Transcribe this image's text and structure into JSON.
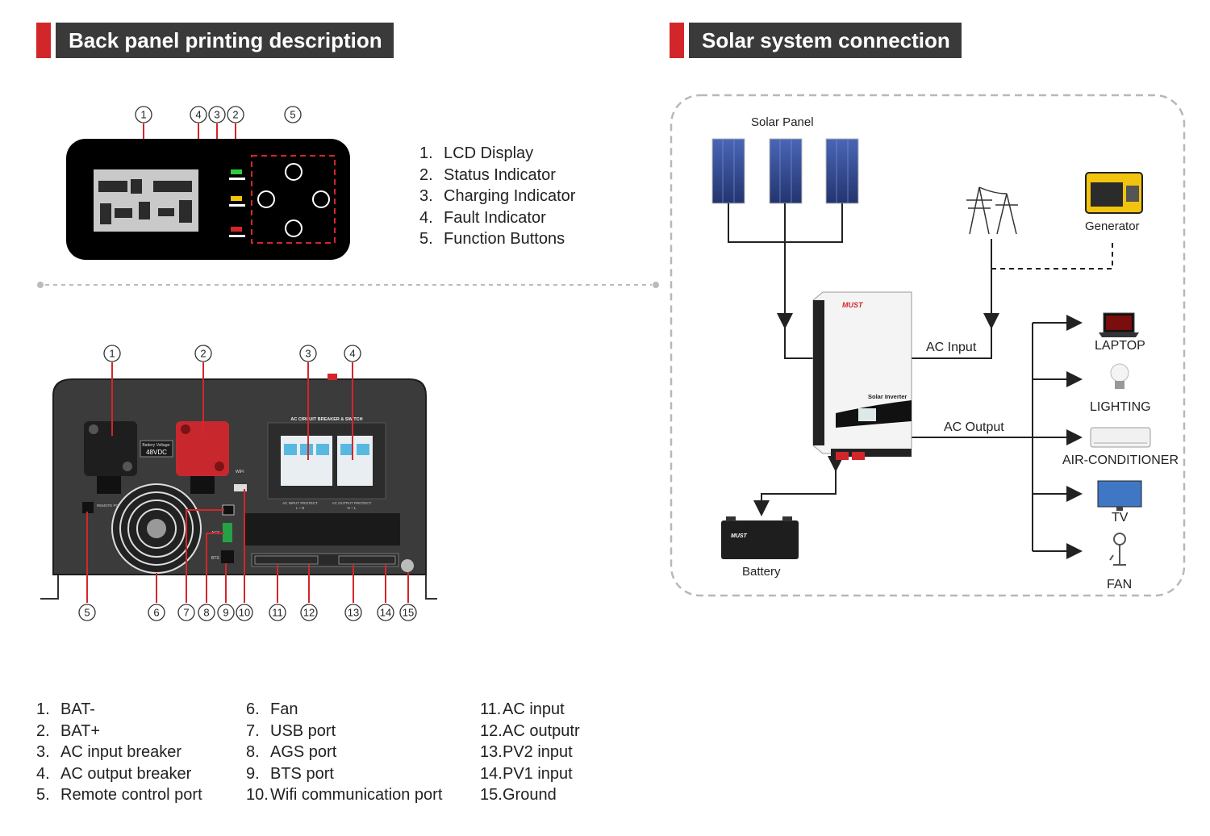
{
  "headers": {
    "left": "Back panel printing description",
    "right": "Solar system connection"
  },
  "front_panel": {
    "callouts": [
      "1",
      "4",
      "3",
      "2",
      "5"
    ],
    "legend": [
      {
        "num": "1.",
        "text": "LCD Display"
      },
      {
        "num": "2.",
        "text": "Status Indicator"
      },
      {
        "num": "3.",
        "text": "Charging Indicator"
      },
      {
        "num": "4.",
        "text": "Fault Indicator"
      },
      {
        "num": "5.",
        "text": "Function Buttons"
      }
    ]
  },
  "back_panel": {
    "top_callouts": [
      "1",
      "2",
      "3",
      "4"
    ],
    "bottom_callouts": [
      "5",
      "6",
      "7",
      "8",
      "9",
      "10",
      "11",
      "12",
      "13",
      "14",
      "15"
    ],
    "printed": {
      "breaker_title": "AC CIRCUIT BREAKER & SWITCH",
      "battery_voltage_label": "Battery Voltage:",
      "battery_voltage_value": "48VDC",
      "remote_port": "REMOTE PORT",
      "wifi": "WIFI",
      "ags": "AGS",
      "bts": "BTS",
      "ac_input_protect": "AC INPUT PROTECT",
      "ac_input_ln": "L  ~  N",
      "ac_output_protect": "AC OUTPUT PROTECT",
      "ac_output_nl": "N  ~  L"
    },
    "legend_col1": [
      {
        "num": "1.",
        "text": "BAT-"
      },
      {
        "num": "2.",
        "text": "BAT+"
      },
      {
        "num": "3.",
        "text": "AC input breaker"
      },
      {
        "num": "4.",
        "text": "AC output breaker"
      },
      {
        "num": "5.",
        "text": "Remote control port"
      }
    ],
    "legend_col2": [
      {
        "num": "6.",
        "text": "Fan"
      },
      {
        "num": "7.",
        "text": "USB port"
      },
      {
        "num": "8.",
        "text": "AGS port"
      },
      {
        "num": "9.",
        "text": "BTS port"
      },
      {
        "num": "10.",
        "text": "Wifi communication port"
      }
    ],
    "legend_col3": [
      {
        "num": "11.",
        "text": "AC input"
      },
      {
        "num": "12.",
        "text": "AC outputr"
      },
      {
        "num": "13.",
        "text": "PV2 input"
      },
      {
        "num": "14.",
        "text": "PV1 input"
      },
      {
        "num": "15.",
        "text": "Ground"
      }
    ]
  },
  "solar": {
    "solar_panel": "Solar Panel",
    "generator": "Generator",
    "ac_input": "AC Input",
    "ac_output": "AC Output",
    "battery": "Battery",
    "battery_brand": "MUST",
    "inverter_brand": "MUST",
    "inverter_model": "Solar Inverter",
    "loads": [
      "LAPTOP",
      "LIGHTING",
      "AIR-CONDITIONER",
      "TV",
      "FAN"
    ]
  },
  "colors": {
    "accent_red": "#d3262b",
    "header_bg": "#3a3a3a",
    "panel_blue": "#3f5aa8",
    "chassis": "#3b3b3b"
  }
}
